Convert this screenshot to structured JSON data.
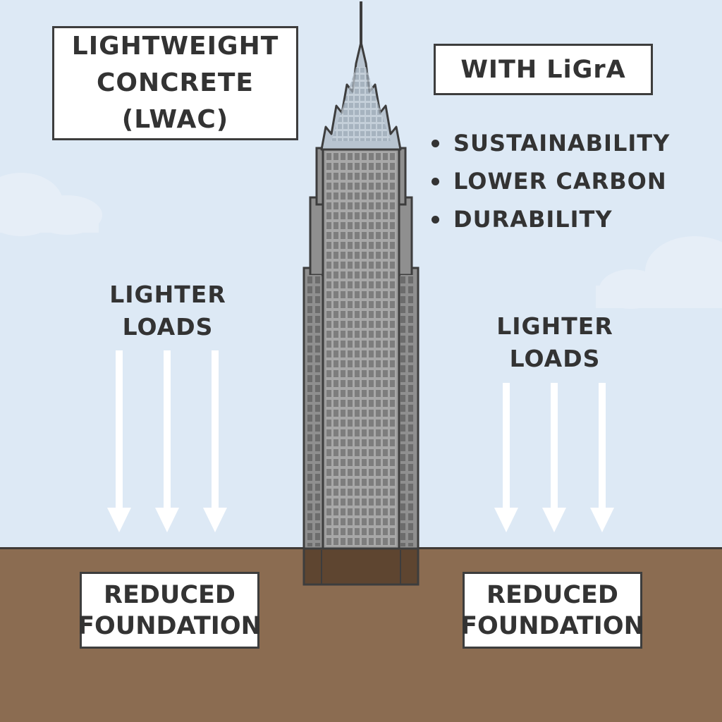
{
  "title_box": {
    "lines": [
      "LIGHTWEIGHT",
      "CONCRETE",
      "(LWAC)"
    ]
  },
  "ligra_box": {
    "label": "WITH LiGrA"
  },
  "benefits": [
    "SUSTAINABILITY",
    "LOWER CARBON",
    "DURABILITY"
  ],
  "loads_left": {
    "lines": [
      "LIGHTER",
      "LOADS"
    ]
  },
  "loads_right": {
    "lines": [
      "LIGHTER",
      "LOADS"
    ]
  },
  "foundation_left": {
    "lines": [
      "REDUCED",
      "FOUNDATION"
    ]
  },
  "foundation_right": {
    "lines": [
      "REDUCED",
      "FOUNDATION"
    ]
  },
  "colors": {
    "sky": "#dde9f5",
    "ground": "#8b6c51",
    "building": "#9a9a9a",
    "outline": "#3d3d3d",
    "arrow": "#ffffff",
    "text": "#333333"
  },
  "icons": {
    "building": "skyscraper-icon",
    "load_arrows": "down-arrow-icon"
  }
}
